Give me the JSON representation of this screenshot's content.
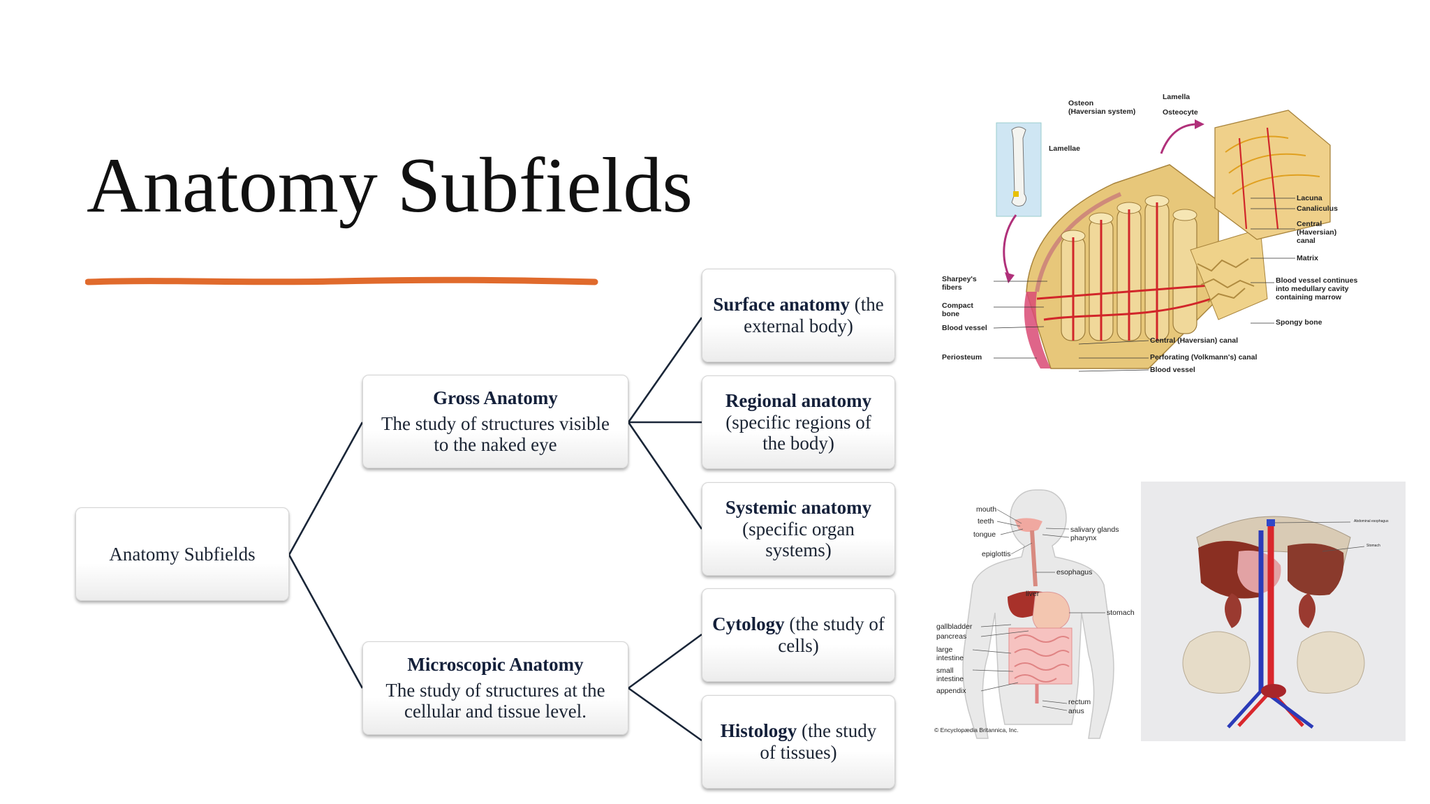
{
  "slide": {
    "title": "Anatomy Subfields"
  },
  "colors": {
    "underline": "#e06a2c",
    "connector": "#1a2638",
    "node_text": "#1b2433"
  },
  "diagram": {
    "root": {
      "label": "Anatomy Subfields"
    },
    "gross": {
      "head": "Gross Anatomy",
      "desc": "The study of structures visible to the naked eye"
    },
    "microscopic": {
      "head": "Microscopic Anatomy",
      "desc": "The study of structures at the cellular and tissue level."
    },
    "surface": {
      "lead": "Surface anatomy",
      "rest": " (the external body)"
    },
    "regional": {
      "lead": "Regional anatomy",
      "rest": " (specific regions of the body)"
    },
    "systemic": {
      "lead": "Systemic anatomy",
      "rest": " (specific organ systems)"
    },
    "cytology": {
      "lead": "Cytology",
      "rest": " (the study of cells)"
    },
    "histology": {
      "lead": "Histology",
      "rest": " (the study of tissues)"
    }
  },
  "bone_figure": {
    "labels": {
      "osteon": "Osteon\n(Haversian system)",
      "lamella": "Lamella",
      "osteocyte": "Osteocyte",
      "lamellae": "Lamellae",
      "lacuna": "Lacuna",
      "canaliculus": "Canaliculus",
      "central_canal": "Central\n(Haversian)\ncanal",
      "matrix": "Matrix",
      "sharpeys": "Sharpey's\nfibers",
      "compact": "Compact\nbone",
      "blood_vessel_left": "Blood vessel",
      "periosteum": "Periosteum",
      "vessel_continues": "Blood vessel continues\ninto medullary cavity\ncontaining marrow",
      "spongy": "Spongy bone",
      "central_haversian": "Central (Haversian) canal",
      "perforating": "Perforating (Volkmann's) canal",
      "blood_vessel_bottom": "Blood vessel"
    }
  },
  "digestive_figure": {
    "labels": {
      "mouth": "mouth",
      "teeth": "teeth",
      "tongue": "tongue",
      "epiglottis": "epiglottis",
      "salivary": "salivary glands",
      "pharynx": "pharynx",
      "esophagus": "esophagus",
      "liver": "liver",
      "stomach": "stomach",
      "gallbladder": "gallbladder",
      "pancreas": "pancreas",
      "large_intestine": "large\nintestine",
      "small_intestine": "small\nintestine",
      "appendix": "appendix",
      "rectum": "rectum",
      "anus": "anus",
      "credit": "© Encyclopædia Britannica, Inc."
    }
  },
  "model_figure": {
    "labels": {
      "abdominal_esophagus": "Abdominal esophagus",
      "stomach": "Stomach"
    }
  }
}
